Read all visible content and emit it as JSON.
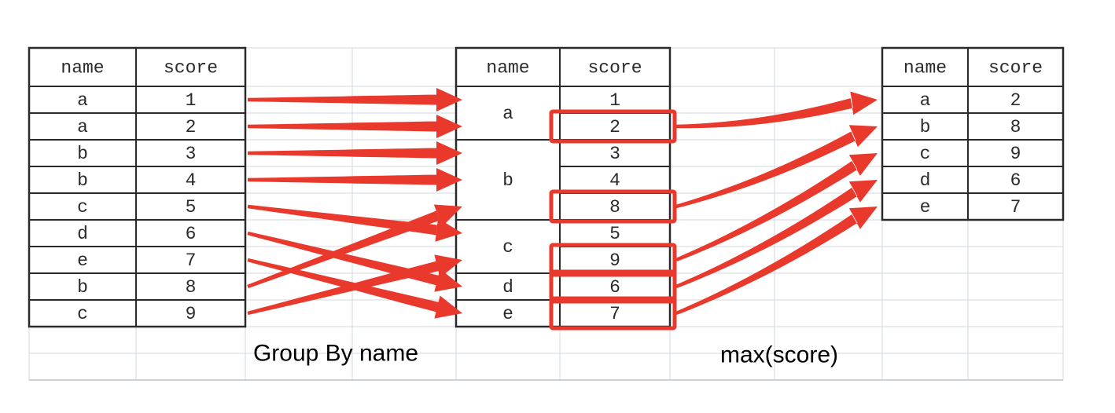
{
  "labels": {
    "group_by": "Group By name",
    "max_fn": "max(score)"
  },
  "source_table": {
    "headers": [
      "name",
      "score"
    ],
    "rows": [
      {
        "name": "a",
        "score": "1"
      },
      {
        "name": "a",
        "score": "2"
      },
      {
        "name": "b",
        "score": "3"
      },
      {
        "name": "b",
        "score": "4"
      },
      {
        "name": "c",
        "score": "5"
      },
      {
        "name": "d",
        "score": "6"
      },
      {
        "name": "e",
        "score": "7"
      },
      {
        "name": "b",
        "score": "8"
      },
      {
        "name": "c",
        "score": "9"
      }
    ]
  },
  "grouped_table": {
    "headers": [
      "name",
      "score"
    ],
    "groups": [
      {
        "name": "a",
        "scores": [
          "1",
          "2"
        ],
        "max": "2"
      },
      {
        "name": "b",
        "scores": [
          "3",
          "4",
          "8"
        ],
        "max": "8"
      },
      {
        "name": "c",
        "scores": [
          "5",
          "9"
        ],
        "max": "9"
      },
      {
        "name": "d",
        "scores": [
          "6"
        ],
        "max": "6"
      },
      {
        "name": "e",
        "scores": [
          "7"
        ],
        "max": "7"
      }
    ]
  },
  "result_table": {
    "headers": [
      "name",
      "score"
    ],
    "rows": [
      {
        "name": "a",
        "score": "2"
      },
      {
        "name": "b",
        "score": "8"
      },
      {
        "name": "c",
        "score": "9"
      },
      {
        "name": "d",
        "score": "6"
      },
      {
        "name": "e",
        "score": "7"
      }
    ]
  },
  "colors": {
    "arrow_red": "#e8392c",
    "highlight_box_red": "#e8392c",
    "table_border": "#2a2a2a",
    "cell_text": "#2b2b2b",
    "label_text": "#3c3c3c",
    "grid_line": "#d3d9df",
    "grid_line_dark": "#bcc3ca",
    "background": "#ffffff"
  }
}
